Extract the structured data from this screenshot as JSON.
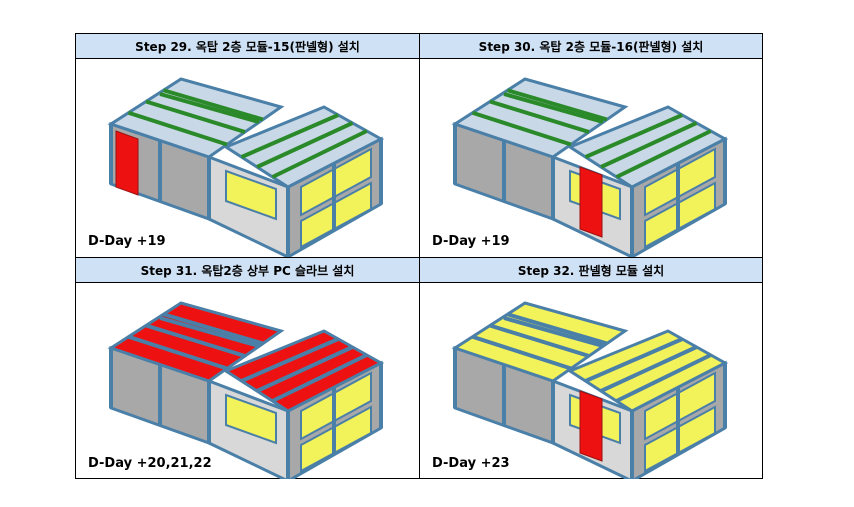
{
  "panels": [
    {
      "title": "Step 29. 옥탑 2층 모듈-15(판넬형) 설치",
      "dday": "D-Day +19",
      "roof": "steel",
      "highlight": "left-front-red"
    },
    {
      "title": "Step 30. 옥탑 2층 모듈-16(판넬형) 설치",
      "dday": "D-Day +19",
      "roof": "steel",
      "highlight": "center-red"
    },
    {
      "title": "Step 31. 옥탑2층 상부 PC 슬라브 설치",
      "dday": "D-Day +20,21,22",
      "roof": "red-slab",
      "highlight": "none"
    },
    {
      "title": "Step 32. 판넬형 모듈 설치",
      "dday": "D-Day +23",
      "roof": "yellow-panel",
      "highlight": "center-red"
    }
  ],
  "colors": {
    "frame": "#4a7fa8",
    "beam": "#2a8a2a",
    "slab_red": "#ee1111",
    "panel_yellow": "#f2f25a",
    "wall_grey": "#a8a8a8",
    "header_bg": "#cfe1f5"
  }
}
